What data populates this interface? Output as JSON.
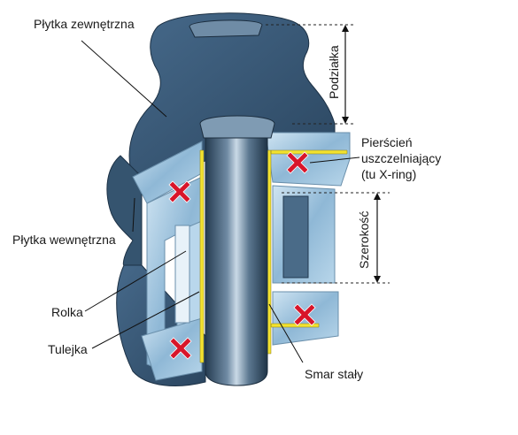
{
  "labels": {
    "outer_plate": "Płytka zewnętrzna",
    "inner_plate": "Płytka wewnętrzna",
    "roller": "Rolka",
    "bushing": "Tulejka",
    "grease": "Smar stały",
    "seal_line1": "Pierścień",
    "seal_line2": "uszczelniający",
    "seal_line3": "(tu X-ring)",
    "pitch": "Podziałka",
    "width": "Szerokość"
  },
  "colors": {
    "metal_dark": "#2e4a63",
    "metal_mid": "#3f6283",
    "metal_light": "#a9cde6",
    "pin_highlight": "#c9d9e6",
    "grease": "#f2e230",
    "seal": "#d8152a"
  }
}
